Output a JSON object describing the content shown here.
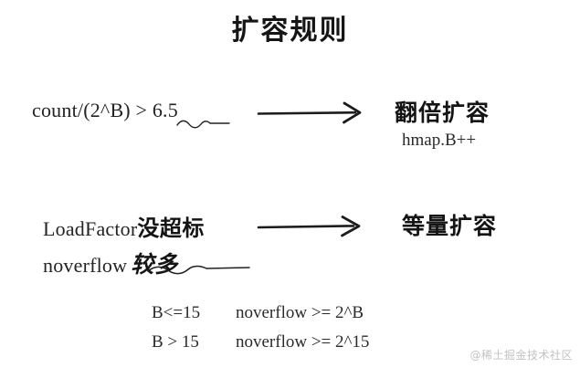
{
  "title": "扩容规则",
  "rules": [
    {
      "id": "double-growth",
      "condition": "count/(2^B) > 6.5",
      "emphasis": "6.5",
      "arrow": "arrow-right",
      "result": "翻倍扩容",
      "detail": "hmap.B++"
    },
    {
      "id": "same-size-growth",
      "condition_line1_latin": "LoadFactor",
      "condition_line1_cjk": "没超标",
      "condition_line2_latin": "noverflow",
      "condition_line2_cjk": "较多",
      "arrow": "arrow-right",
      "result": "等量扩容",
      "detail": ""
    }
  ],
  "table": {
    "rows": [
      {
        "b_condition": "B<=15",
        "noverflow_condition": "noverflow >= 2^B"
      },
      {
        "b_condition": "B > 15",
        "noverflow_condition": "noverflow >= 2^15"
      }
    ]
  },
  "watermark": "@稀土掘金技术社区",
  "colors": {
    "background": "#ffffff",
    "ink": "#1b1b1b",
    "watermark": "#c2c2c2"
  }
}
